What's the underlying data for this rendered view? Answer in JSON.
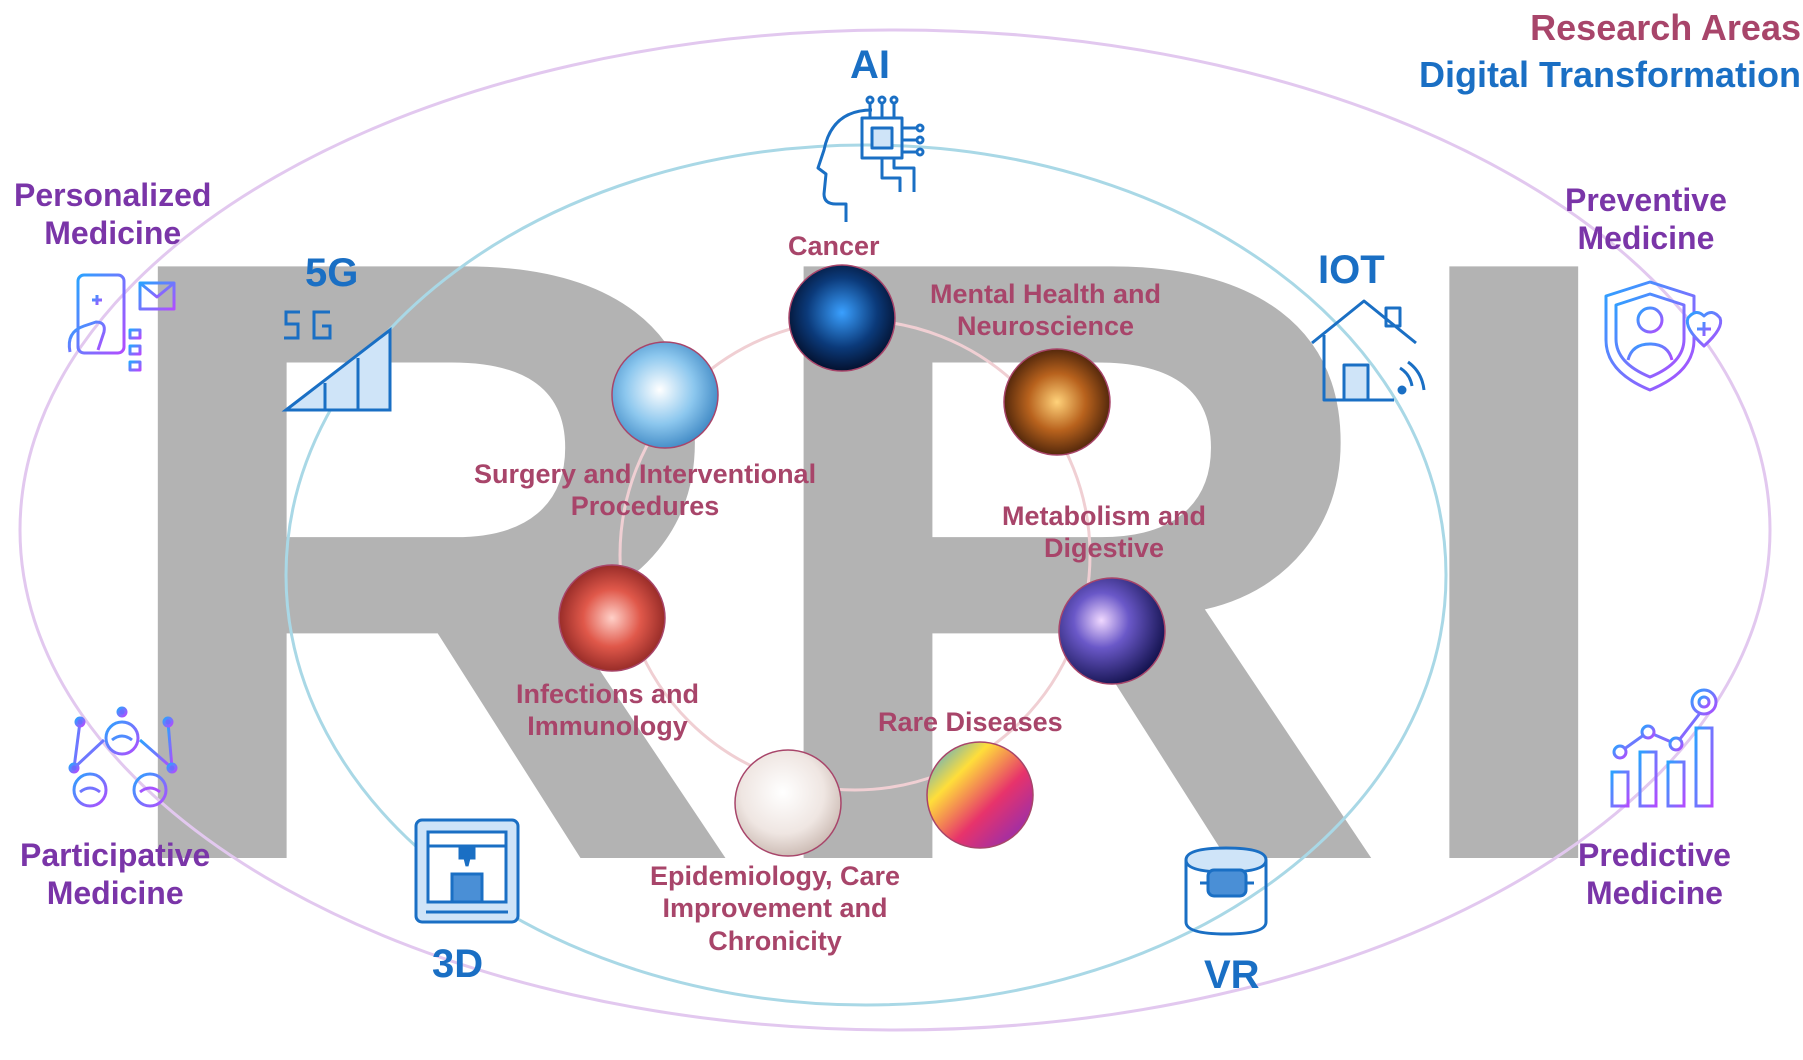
{
  "legend": {
    "line1": "Research Areas",
    "line2": "Digital Transformation"
  },
  "watermark": "RRI",
  "colors": {
    "research_areas": "#a8456a",
    "digital_transformation": "#1a6fc4",
    "medicine": "#7a35a8",
    "watermark": "#b3b3b3",
    "outer_ellipse": "#e2c8ef",
    "middle_ellipse": "#a9d8e6",
    "inner_circle": "#f0cfd3"
  },
  "technologies": {
    "ai": "AI",
    "g5": "5G",
    "iot": "IOT",
    "d3": "3D",
    "vr": "VR"
  },
  "medicine": {
    "personalized": [
      "Personalized",
      "Medicine"
    ],
    "preventive": [
      "Preventive",
      "Medicine"
    ],
    "participative": [
      "Participative",
      "Medicine"
    ],
    "predictive": [
      "Predictive",
      "Medicine"
    ]
  },
  "research_areas": {
    "cancer": [
      "Cancer"
    ],
    "mental": [
      "Mental Health and",
      "Neuroscience"
    ],
    "surgery": [
      "Surgery and Interventional",
      "Procedures"
    ],
    "metabolism": [
      "Metabolism and",
      "Digestive"
    ],
    "infections": [
      "Infections and",
      "Immunology"
    ],
    "rare": [
      "Rare Diseases"
    ],
    "epidemiology": [
      "Epidemiology, Care",
      "Improvement and",
      "Chronicity"
    ]
  }
}
